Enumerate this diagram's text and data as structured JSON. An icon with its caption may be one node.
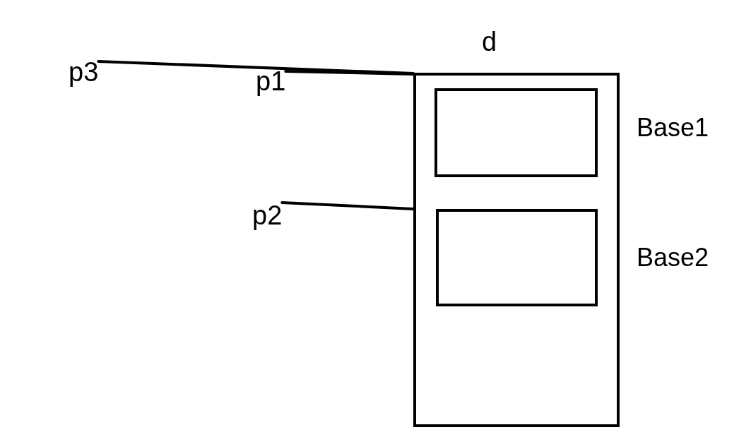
{
  "diagram": {
    "nodes": [
      {
        "text": [
          "d"
        ]
      },
      {
        "text": [],
        "shape": "box",
        "in": 0,
        "beside": [
          "Base1"
        ]
      },
      {
        "text": [],
        "shape": "box",
        "in": 0,
        "beside": [
          "Base2"
        ]
      },
      {
        "text": [
          "p3"
        ]
      },
      {
        "text": [
          "p1"
        ]
      },
      {
        "text": [
          "p2"
        ]
      }
    ],
    "edges": [
      {
        "from": 3,
        "to": 0,
        "arrow": "none"
      },
      {
        "from": 4,
        "to": 0,
        "arrow": "none"
      },
      {
        "from": 5,
        "to": 0,
        "arrow": "none"
      }
    ]
  }
}
